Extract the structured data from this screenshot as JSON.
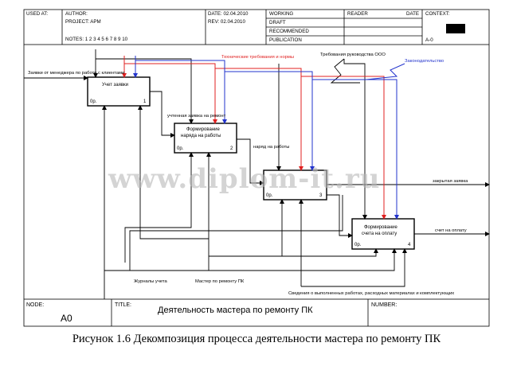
{
  "header": {
    "used_at": "USED AT:",
    "author": "AUTHOR:",
    "project": "PROJECT:  APM",
    "notes": "NOTES:  1  2  3  4  5  6  7  8  9  10",
    "date": "DATE:  02.04.2010",
    "rev": "REV:   02.04.2010",
    "working": "WORKING",
    "draft": "DRAFT",
    "recommended": "RECOMMENDED",
    "publication": "PUBLICATION",
    "reader": "READER",
    "date_col": "DATE",
    "context": "CONTEXT:",
    "context_node": "A-0"
  },
  "boxes": [
    {
      "title": "Учет заявки",
      "pre": "0р.",
      "num": "1"
    },
    {
      "title1": "Формирование",
      "title2": "наряда на работы",
      "pre": "0р.",
      "num": "2"
    },
    {
      "title": "",
      "pre": "0р.",
      "num": "3"
    },
    {
      "title1": "Формирование",
      "title2": "счета на оплату",
      "pre": "0р.",
      "num": "4"
    }
  ],
  "arrows": {
    "input_requests": "Заявки от менеджера по работе с клиентами",
    "tech_requirements": "Технические требования и нормы",
    "management_requirements": "Требования руководства ООО",
    "legislation": "Законодательство",
    "registered_request": "учтенная заявка на ремонт",
    "work_order": "наряд на работы",
    "closed_request": "закрытая заявка",
    "invoice": "счет на оплату",
    "logs": "Журналы учета",
    "master": "Мастер по ремонту ПК",
    "work_info": "Сведения о выполненных работах, расходных материалах и комплектующих"
  },
  "footer": {
    "node_label": "NODE:",
    "node_value": "A0",
    "title_label": "TITLE:",
    "title_value": "Деятельность  мастера по ремонту ПК",
    "number_label": "NUMBER:"
  },
  "watermark": "www.diplom-it.ru",
  "caption": "Рисунок 1.6 Декомпозиция процесса деятельности мастера по ремонту ПК",
  "colors": {
    "red": "#e02020",
    "blue": "#2233cc",
    "black": "#000000"
  }
}
